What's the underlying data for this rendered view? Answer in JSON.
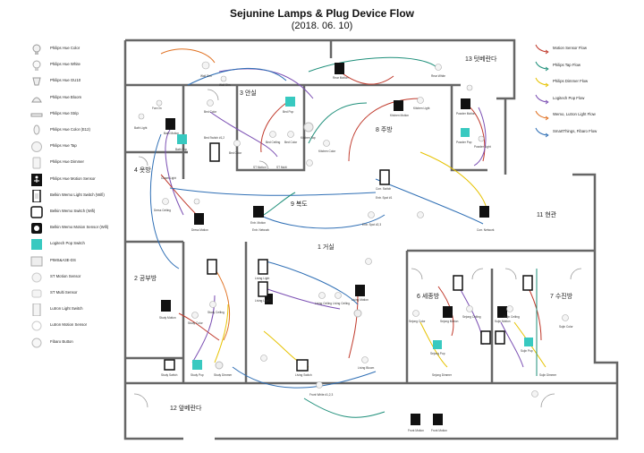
{
  "title": {
    "line1": "Sejunine Lamps & Plug Device Flow",
    "line2": "(2018. 06. 10)"
  },
  "device_legend": [
    {
      "label": "Philips Hue Color",
      "icon": "bulb-color-icon"
    },
    {
      "label": "Philips Hue White",
      "icon": "bulb-white-icon"
    },
    {
      "label": "Philips Hue GU10",
      "icon": "spot-gu10-icon"
    },
    {
      "label": "Philips Hue Bloom",
      "icon": "bloom-icon"
    },
    {
      "label": "Philips Hue Strip",
      "icon": "strip-icon"
    },
    {
      "label": "Philips Hue Color (E12)",
      "icon": "bulb-e12-icon"
    },
    {
      "label": "Philips Hue Tap",
      "icon": "tap-icon"
    },
    {
      "label": "Philips Hue Dimmer",
      "icon": "dimmer-icon"
    },
    {
      "label": "Philips Hue Motion Sensor",
      "icon": "hue-motion-icon"
    },
    {
      "label": "Belkin Wemo Light Switch (Wifi)",
      "icon": "wemo-light-switch-icon"
    },
    {
      "label": "Belkin Wemo Switch (Wifi)",
      "icon": "wemo-switch-icon"
    },
    {
      "label": "Belkin Wemo Motion Sensor (Wifi)",
      "icon": "wemo-motion-icon"
    },
    {
      "label": "Logitech Pop Switch",
      "icon": "pop-switch-icon"
    },
    {
      "label": "PIMS&A3E-DS",
      "icon": "pims-icon"
    },
    {
      "label": "ST Motion Sensor",
      "icon": "st-motion-icon"
    },
    {
      "label": "ST Multi Sensor",
      "icon": "st-multi-icon"
    },
    {
      "label": "Lutron Light Switch",
      "icon": "lutron-switch-icon"
    },
    {
      "label": "Lutron Motion Sensor",
      "icon": "lutron-motion-icon"
    },
    {
      "label": "Fibaro Button",
      "icon": "fibaro-button-icon"
    }
  ],
  "flow_legend": [
    {
      "label": "Motion Sensor Flow",
      "color": "#c0392b"
    },
    {
      "label": "Philips Tap Flow",
      "color": "#1e8f7a"
    },
    {
      "label": "Philips Dimmer Flow",
      "color": "#e6c200"
    },
    {
      "label": "Logitech Pop Flow",
      "color": "#7b4fb3"
    },
    {
      "label": "Wemo, Lutron Light Flow",
      "color": "#e07020"
    },
    {
      "label": "SmartThings, Fibaro Flow",
      "color": "#2f6fb5"
    }
  ],
  "rooms": {
    "r13": "13 텃베란다",
    "r3": "3 안실",
    "r8": "8 주방",
    "r4": "4 옷방",
    "r9": "9 복도",
    "r11": "11 현관",
    "r1": "1 거실",
    "r2": "2 공부방",
    "r6": "6 세종방",
    "r7": "7 수진방",
    "r12": "12 앞베란다"
  },
  "devices": {
    "d1": "Wall Dim",
    "d2": "Wall Dim",
    "d3": "Bed Color",
    "d4": "Bed Switch #1,2",
    "d5": "ST Motion",
    "d6": "ST Multi",
    "d7": "Bed Color",
    "d8": "Bed Pop",
    "d9": "Bed Ceiling",
    "d10": "Bed Color",
    "d11": "Bath Light",
    "d12": "Bath Pop",
    "d13": "Fan On",
    "d14": "Bath Motion",
    "d15": "Closet Light",
    "d16": "Dress Motion",
    "d17": "Dress Ceiling",
    "d18": "Rear Motion",
    "d19": "Rear White",
    "d20": "Kitchen Color",
    "d21": "Kitchen Motion",
    "d22": "Kitchen Tap",
    "d23": "Kitchen Light",
    "d24": "Powder Motion",
    "d25": "Powder Light",
    "d26": "Powder Pop",
    "d27": "Entr. Spot #1",
    "d28": "Entr. Spot #2,3",
    "d29": "Entr. Motion",
    "d30": "Entr. Network",
    "d31": "Corr. Switch",
    "d32": "Corr. Network",
    "d33": "Living Light",
    "d34": "Living Light2",
    "d35": "Living Ceiling",
    "d36": "Living Ceiling",
    "d37": "Study Motion",
    "d38": "Study Ceiling",
    "d39": "Study Switch",
    "d40": "Study Pop",
    "d41": "Study Dimmer",
    "d42": "Study Color",
    "d43": "Living Motion",
    "d44": "Living Bloom",
    "d45": "Living Switch",
    "d46": "Sejong Color",
    "d47": "Sejong Motion",
    "d48": "Sejong Pop",
    "d49": "Sejong Dimmer",
    "d50": "Sejong Ceiling",
    "d51": "Sujin Motion",
    "d52": "Sujin Ceiling",
    "d53": "Sujin Dimmer",
    "d54": "Sujin Pop",
    "d55": "Sujin Color",
    "d56": "Front Motion",
    "d57": "Front Motion",
    "d58": "Front White #1,2,3"
  }
}
